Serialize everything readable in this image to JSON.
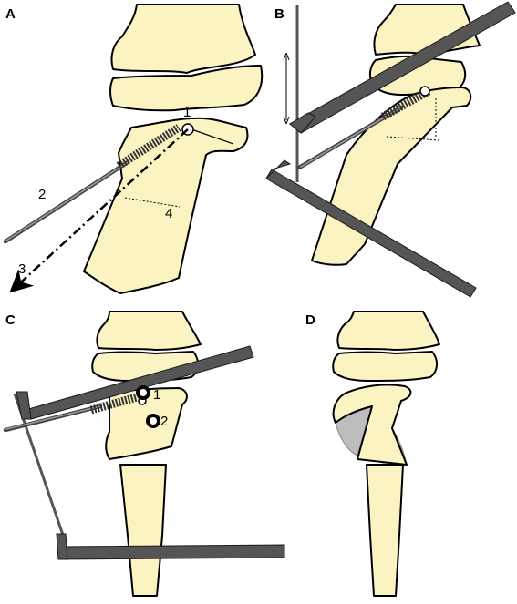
{
  "panels": {
    "a": {
      "letter": "A",
      "callouts": {
        "hinge": "1",
        "guide_wire": "2",
        "osteotomy_direction": "3",
        "cut_line": "4"
      }
    },
    "b": {
      "letter": "B"
    },
    "c": {
      "letter": "C",
      "callouts": {
        "upper_pin": "1",
        "lower_pin": "2"
      }
    },
    "d": {
      "letter": "D"
    }
  },
  "colors": {
    "bone_fill": "#fbf3c1",
    "bone_outline": "#000000",
    "plate": "#555555",
    "wire": "#444444",
    "wedge_gap": "#bdbdbd"
  },
  "icons": [
    "double-arrow-icon",
    "screw-icon",
    "hinge-icon",
    "pin-ring-icon"
  ]
}
